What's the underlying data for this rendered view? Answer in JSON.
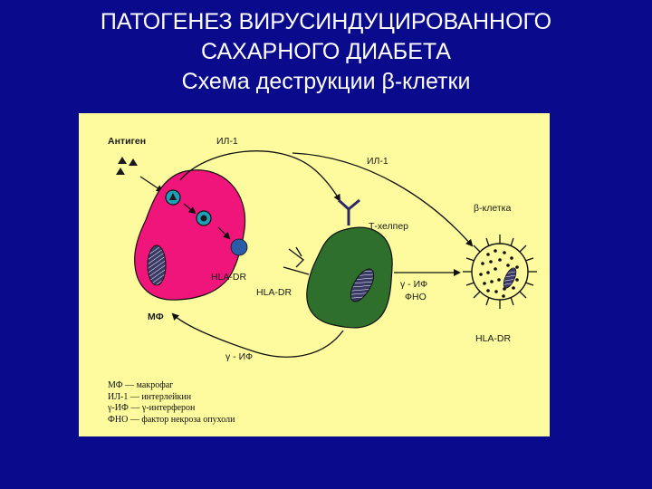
{
  "title": {
    "line1": "ПАТОГЕНЕЗ ВИРУСИНДУЦИРОВАННОГО",
    "line2": "САХАРНОГО ДИАБЕТА",
    "line3": "Схема деструкции β-клетки"
  },
  "diagram": {
    "labels": {
      "antigen": "Антиген",
      "il1_a": "ИЛ-1",
      "il1_b": "ИЛ-1",
      "beta_cell": "β-клетка",
      "t_helper": "Т-хелпер",
      "hla_dr_macrophage": "HLA-DR",
      "hla_dr_thelper": "HLA-DR",
      "hla_dr_beta": "HLA-DR",
      "gamma_if_right": "γ - ИФ",
      "fno": "ФНО",
      "mf": "МФ",
      "gamma_if_bottom": "γ - ИФ"
    },
    "colors": {
      "panel": "#fdfb9e",
      "macrophage": "#f0157a",
      "t_helper": "#2e6f2c",
      "beta_cell": "#fdfb9e",
      "receptor": "#2a5ca8",
      "arrows": "#111111"
    }
  },
  "legend": [
    "МФ — макрофаг",
    "ИЛ-1 — интерлейкин",
    "γ-ИФ — γ-интерферон",
    "ФНО — фактор некроза опухоли"
  ]
}
